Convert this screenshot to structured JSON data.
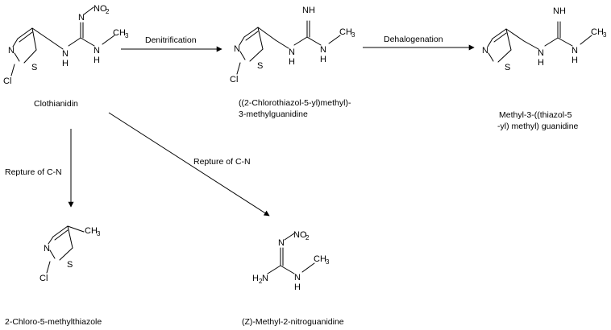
{
  "compounds": {
    "clothianidin": {
      "name": "Clothianidin"
    },
    "cctmg": {
      "name_line1": "((2-Chlorothiazol-5-yl)methyl)-",
      "name_line2": "3-methylguanidine"
    },
    "mtmg": {
      "name_line1": "Methyl-3-((thiazol-5",
      "name_line2": "-yl) methyl) guanidine"
    },
    "cmt": {
      "name": "2-Chloro-5-methylthiazole"
    },
    "mng": {
      "name": "(Z)-Methyl-2-nitroguanidine"
    }
  },
  "arrows": {
    "denitrification": "Denitrification",
    "dehalogenation": "Dehalogenation",
    "repture_down": "Repture of C-N",
    "repture_diag": "Repture of C-N"
  },
  "atoms": {
    "N": "N",
    "S": "S",
    "Cl": "Cl",
    "NH": "NH",
    "H": "H",
    "CH3": "CH",
    "sub3": "3",
    "NO2": "NO",
    "sub2": "2",
    "H2N": "H",
    "subH2N": "2",
    "N_of_H2N": "N"
  }
}
